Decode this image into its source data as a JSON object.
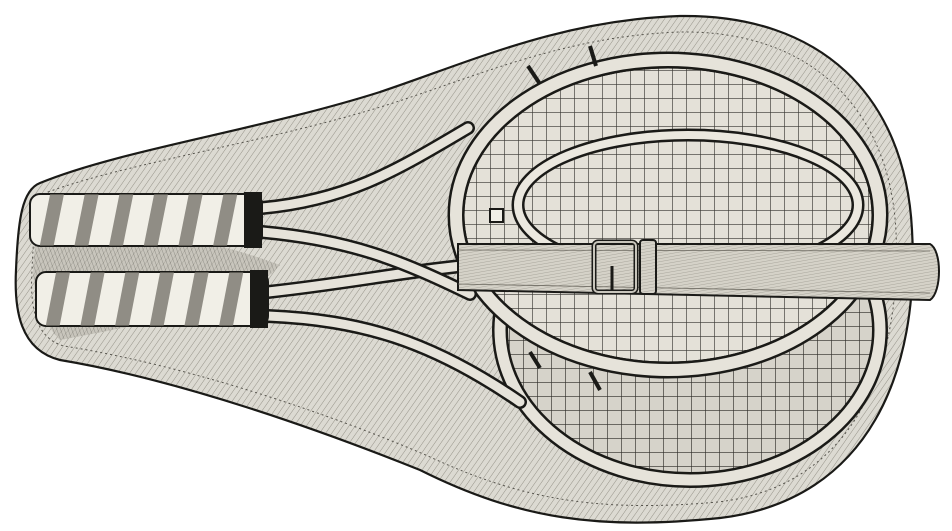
{
  "illustration": {
    "subject": "two-tennis-rackets-in-padded-case",
    "style": "pen-and-ink-crosshatch",
    "colors": {
      "paper": "#ffffff",
      "ink": "#1a1a17",
      "case_fill": "#d9d7cf",
      "case_shadow": "#a9a69c",
      "grip_light": "#f1efe7",
      "grip_dark": "#6f6c64",
      "frame_fill": "#e6e3da",
      "strings": "#3a3934",
      "strap_fill": "#cfccc2"
    },
    "rackets": [
      {
        "name": "upper-racket",
        "grip_wraps": 6
      },
      {
        "name": "lower-racket",
        "grip_wraps": 6
      }
    ],
    "strap": {
      "has_buckle": true
    }
  }
}
